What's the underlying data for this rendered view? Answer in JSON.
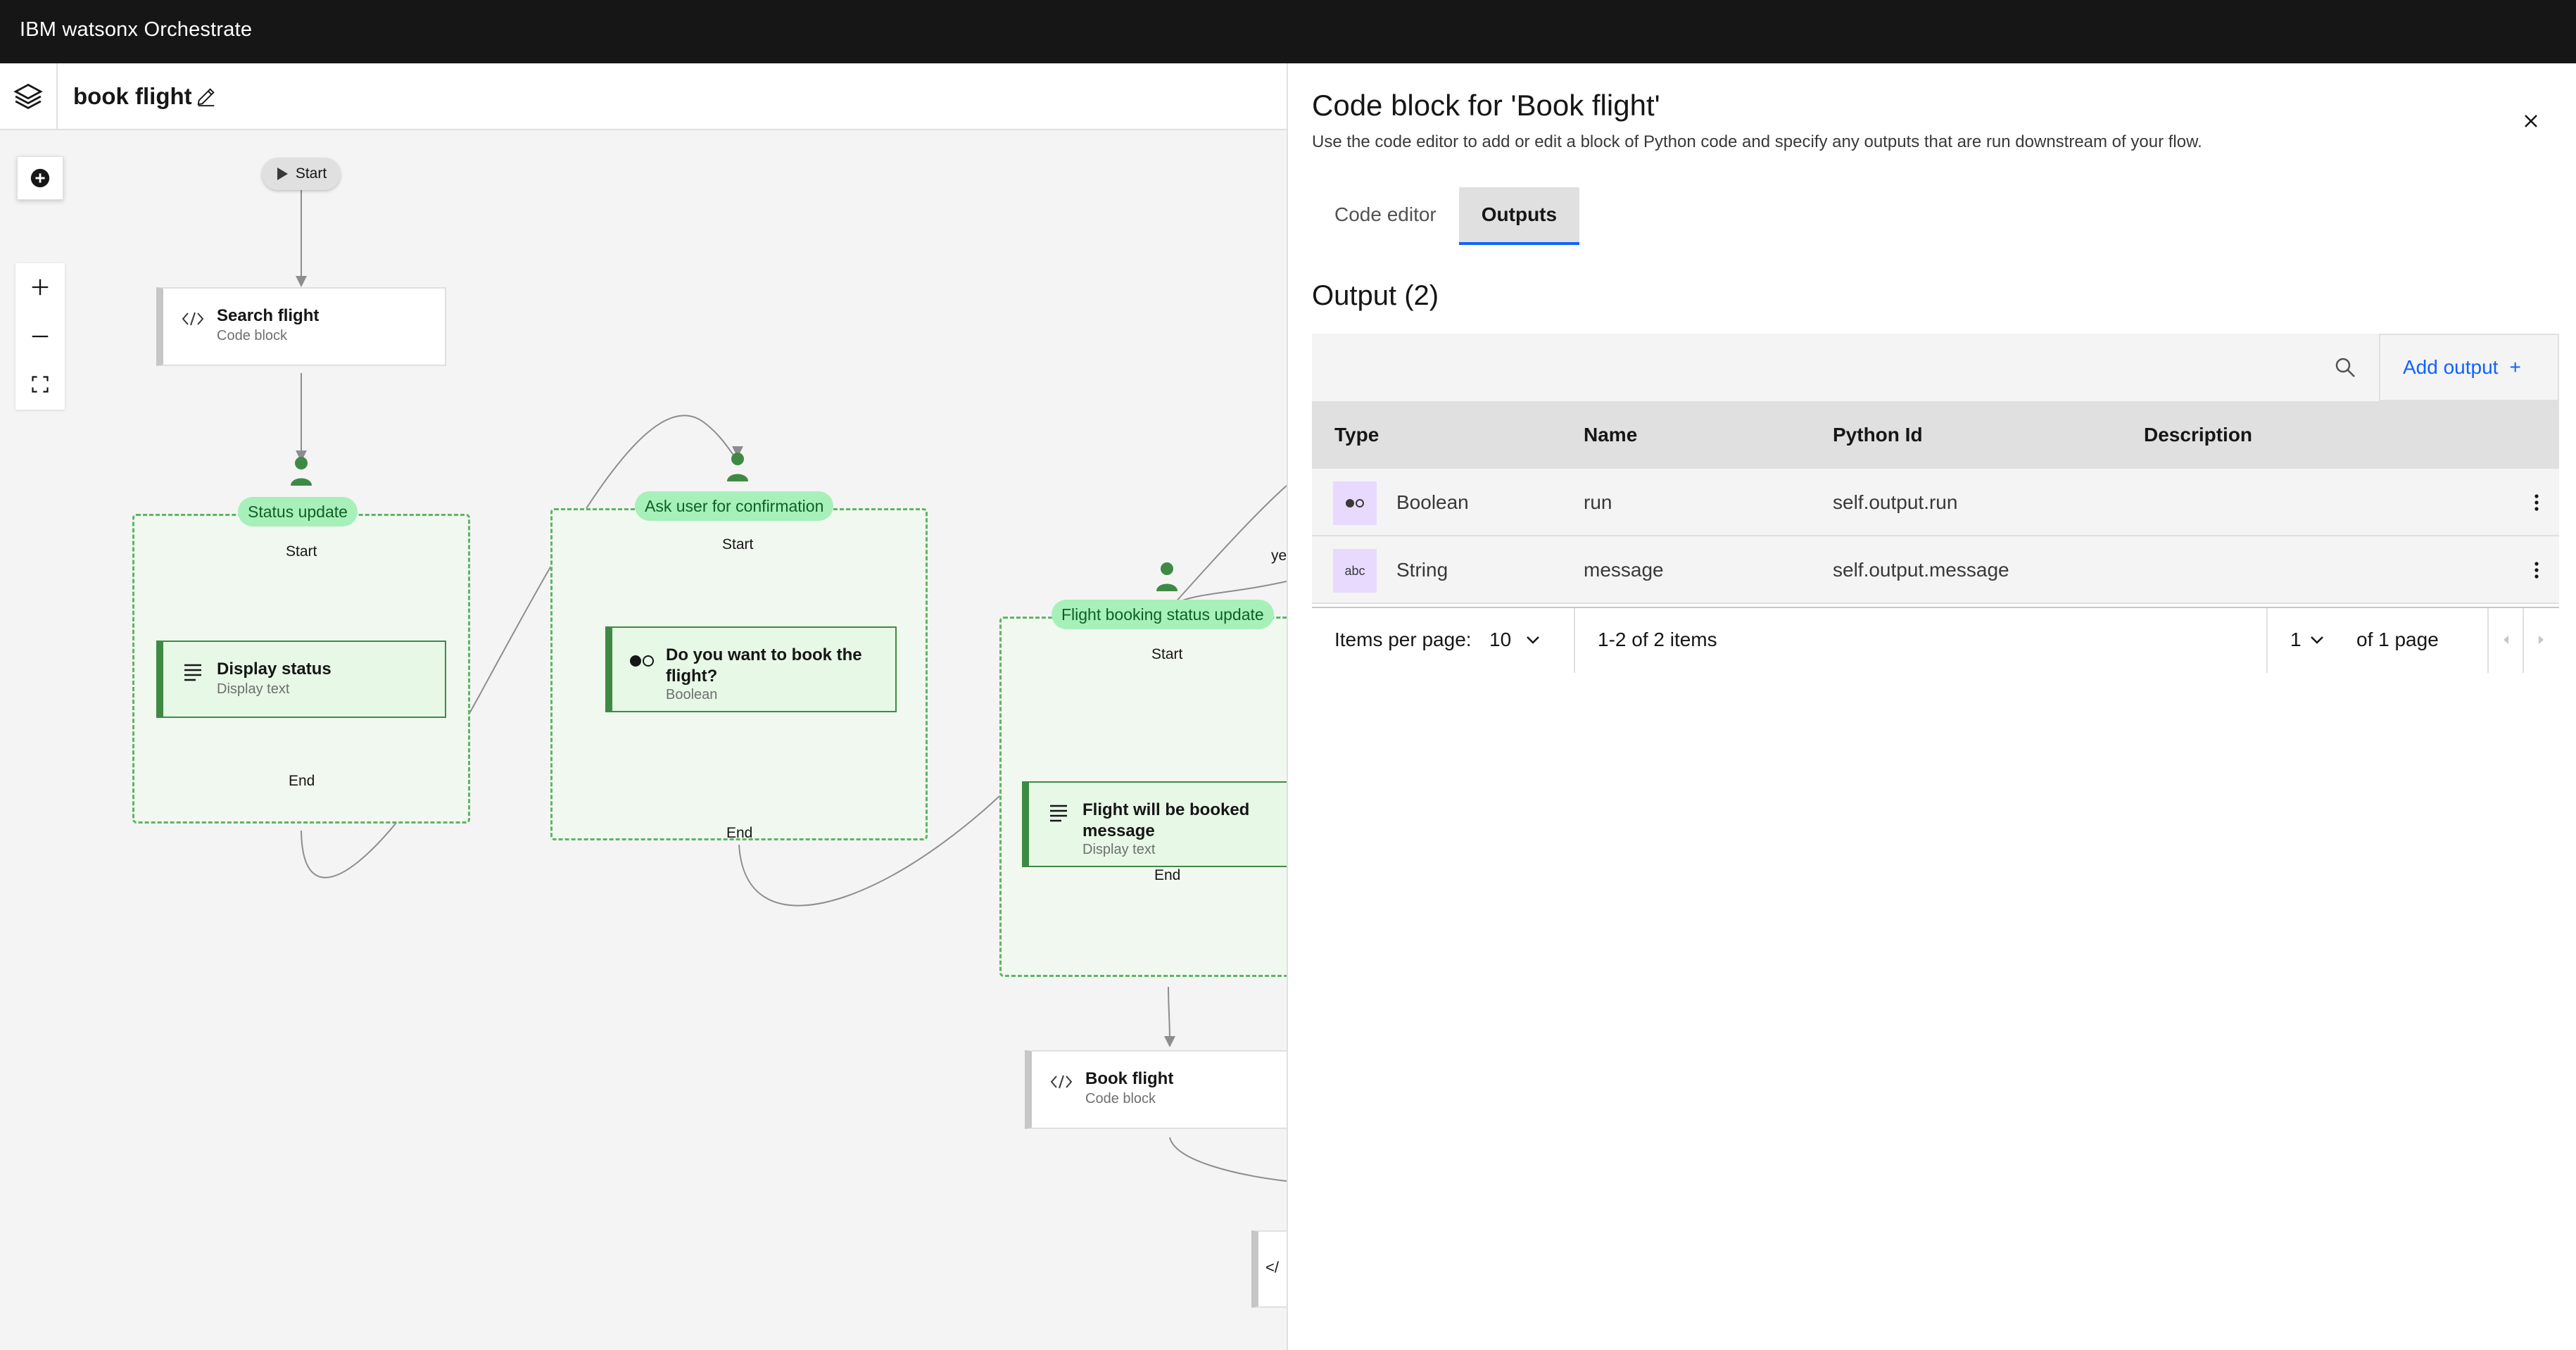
{
  "header": {
    "brand": "IBM watsonx Orchestrate"
  },
  "flow": {
    "title": "book flight",
    "start_label": "Start",
    "nodes": {
      "search": {
        "title": "Search flight",
        "subtitle": "Code block"
      },
      "display_status": {
        "title": "Display status",
        "subtitle": "Display text"
      },
      "confirm": {
        "title": "Do you want to book the flight?",
        "subtitle": "Boolean"
      },
      "booked_msg": {
        "title": "Flight will be booked message",
        "subtitle": "Display text"
      },
      "book": {
        "title": "Book flight",
        "subtitle": "Code block"
      }
    },
    "groups": {
      "status_update": {
        "label": "Status update",
        "start": "Start",
        "end": "End"
      },
      "ask_user": {
        "label": "Ask user for confirmation",
        "start": "Start",
        "end": "End"
      },
      "booking_status": {
        "label": "Flight booking status update",
        "start": "Start",
        "end": "End"
      }
    },
    "edge_label_yes": "ye",
    "partial_node_icon": "</",
    "accent_green": "#3e8a45"
  },
  "panel": {
    "title": "Code block for 'Book flight'",
    "description": "Use the code editor to add or edit a block of Python code and specify any outputs that are run downstream of your flow.",
    "tabs": [
      {
        "label": "Code editor",
        "active": false
      },
      {
        "label": "Outputs",
        "active": true
      }
    ],
    "output_title": "Output (2)",
    "add_output_label": "Add output",
    "add_icon": "+",
    "columns": [
      "Type",
      "Name",
      "Python Id",
      "Description"
    ],
    "rows": [
      {
        "type_icon": "boolean-icon",
        "type": "Boolean",
        "name": "run",
        "python_id": "self.output.run",
        "description": ""
      },
      {
        "type_icon": "string-icon",
        "type_icon_text": "abc",
        "type": "String",
        "name": "message",
        "python_id": "self.output.message",
        "description": ""
      }
    ],
    "pagination": {
      "items_per_page_label": "Items per page:",
      "items_per_page": "10",
      "range": "1-2 of 2 items",
      "page": "1",
      "of_pages": "of 1 page"
    },
    "accent_blue": "#0f62fe"
  }
}
